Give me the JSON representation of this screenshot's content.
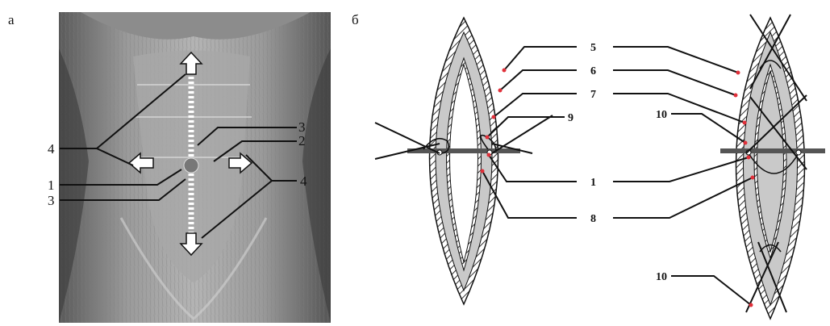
{
  "panels": {
    "a": {
      "letter": "а",
      "labels": {
        "left_4": "4",
        "left_1": "1",
        "left_3": "3",
        "right_3": "3",
        "right_2": "2",
        "right_4": "4"
      }
    },
    "b": {
      "letter": "б",
      "labels": {
        "l5": "5",
        "l6": "6",
        "l7": "7",
        "l9": "9",
        "l1": "1",
        "l8": "8",
        "l10_top": "10",
        "l10_bottom": "10"
      }
    }
  },
  "colors": {
    "marker": "#e0303a",
    "tissue": "#c9c9c9"
  }
}
